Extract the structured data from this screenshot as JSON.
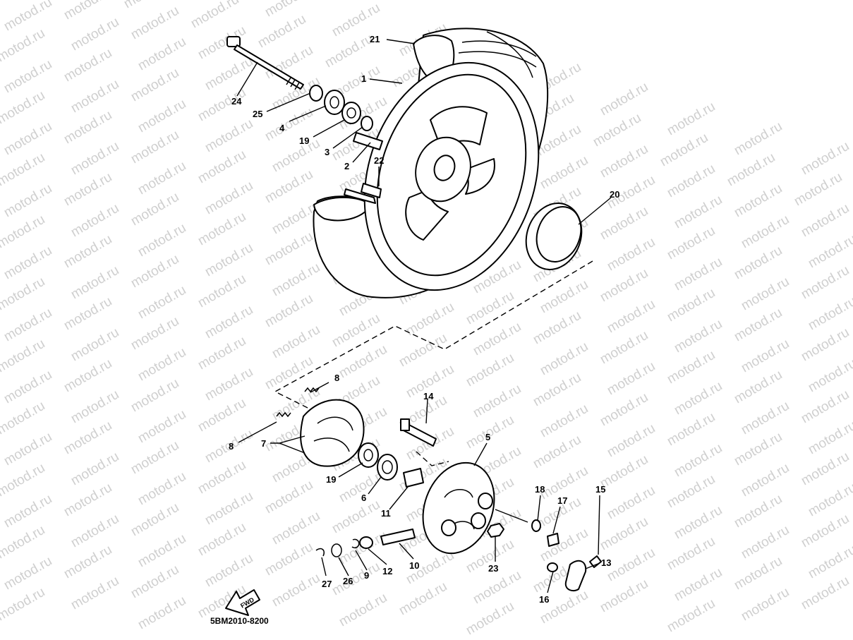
{
  "watermark": {
    "text": "motod.ru"
  },
  "diagram_code": "5BM2010-8200",
  "direction_arrow_label": "FWD",
  "callouts": [
    {
      "id": "c21",
      "label": "21"
    },
    {
      "id": "c1",
      "label": "1"
    },
    {
      "id": "c24",
      "label": "24"
    },
    {
      "id": "c25",
      "label": "25"
    },
    {
      "id": "c4",
      "label": "4"
    },
    {
      "id": "c19a",
      "label": "19"
    },
    {
      "id": "c3",
      "label": "3"
    },
    {
      "id": "c2",
      "label": "2"
    },
    {
      "id": "c22",
      "label": "22"
    },
    {
      "id": "c20",
      "label": "20"
    },
    {
      "id": "c8a",
      "label": "8"
    },
    {
      "id": "c8b",
      "label": "8"
    },
    {
      "id": "c7",
      "label": "7"
    },
    {
      "id": "c14",
      "label": "14"
    },
    {
      "id": "c5",
      "label": "5"
    },
    {
      "id": "c19b",
      "label": "19"
    },
    {
      "id": "c6",
      "label": "6"
    },
    {
      "id": "c11",
      "label": "11"
    },
    {
      "id": "c18",
      "label": "18"
    },
    {
      "id": "c17",
      "label": "17"
    },
    {
      "id": "c15",
      "label": "15"
    },
    {
      "id": "c13",
      "label": "13"
    },
    {
      "id": "c16",
      "label": "16"
    },
    {
      "id": "c23",
      "label": "23"
    },
    {
      "id": "c10",
      "label": "10"
    },
    {
      "id": "c12",
      "label": "12"
    },
    {
      "id": "c9",
      "label": "9"
    },
    {
      "id": "c26",
      "label": "26"
    },
    {
      "id": "c27",
      "label": "27"
    }
  ]
}
